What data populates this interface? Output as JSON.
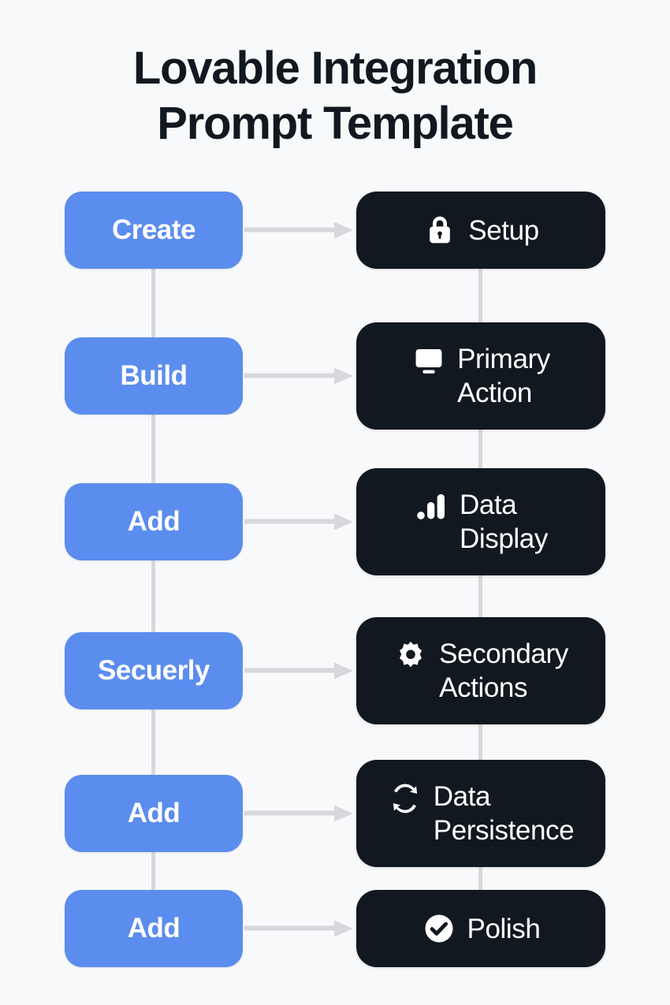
{
  "page": {
    "background_color": "#F8F9FA",
    "accent_blue": "#5B8DEF",
    "card_dark": "#121820",
    "connector_gray": "#D6D8DB",
    "title_color": "#111820"
  },
  "title": {
    "line1": "Lovable Integration",
    "line2": "Prompt Template"
  },
  "flow": {
    "rows": [
      {
        "action_label": "Create",
        "step_label": "Setup",
        "icon": "lock-icon",
        "lines": 1
      },
      {
        "action_label": "Build",
        "step_label": "Primary\nAction",
        "icon": "monitor-icon",
        "lines": 2
      },
      {
        "action_label": "Add",
        "step_label": "Data\nDisplay",
        "icon": "bar-chart-icon",
        "lines": 2
      },
      {
        "action_label": "Secuerly",
        "step_label": "Secondary\nActions",
        "icon": "gear-icon",
        "lines": 2
      },
      {
        "action_label": "Add",
        "step_label": "Data\nPersistence",
        "icon": "sync-icon",
        "lines": 2
      },
      {
        "action_label": "Add",
        "step_label": "Polish",
        "icon": "check-circle-icon",
        "lines": 1
      }
    ]
  }
}
